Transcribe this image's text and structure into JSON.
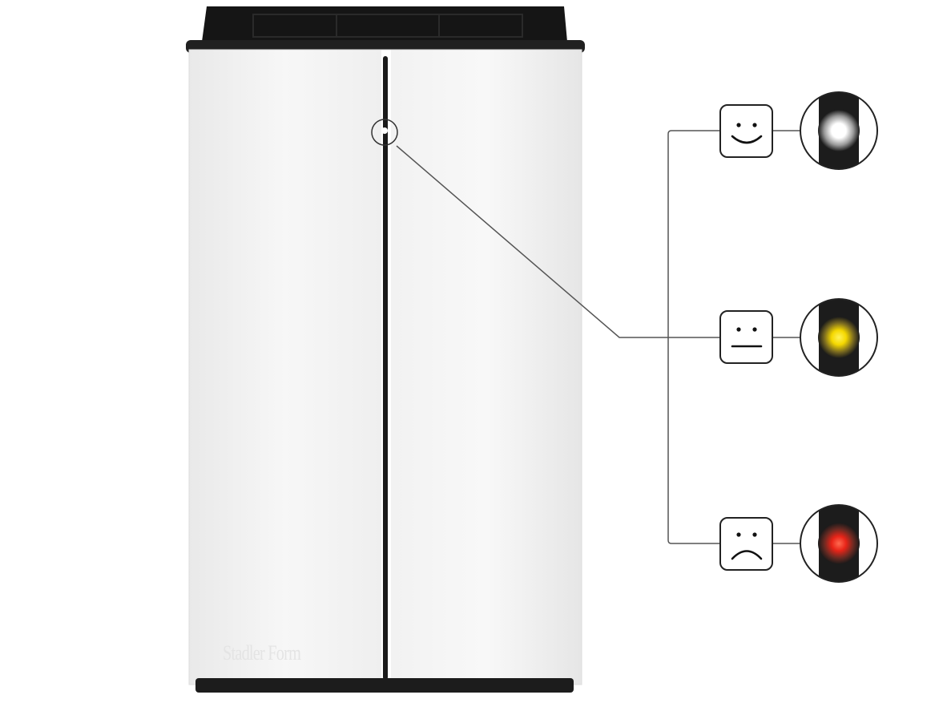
{
  "product": {
    "brand_text": "Stadler Form",
    "body_color": "#f2f2f2",
    "trim_color": "#1a1a1a"
  },
  "indicator": {
    "states": [
      {
        "face": "smile",
        "face_icon": "smiley-happy-icon",
        "light_color": "#ffffff"
      },
      {
        "face": "neutral",
        "face_icon": "smiley-neutral-icon",
        "light_color": "#f5d800"
      },
      {
        "face": "frown",
        "face_icon": "smiley-sad-icon",
        "light_color": "#e82418"
      }
    ]
  }
}
